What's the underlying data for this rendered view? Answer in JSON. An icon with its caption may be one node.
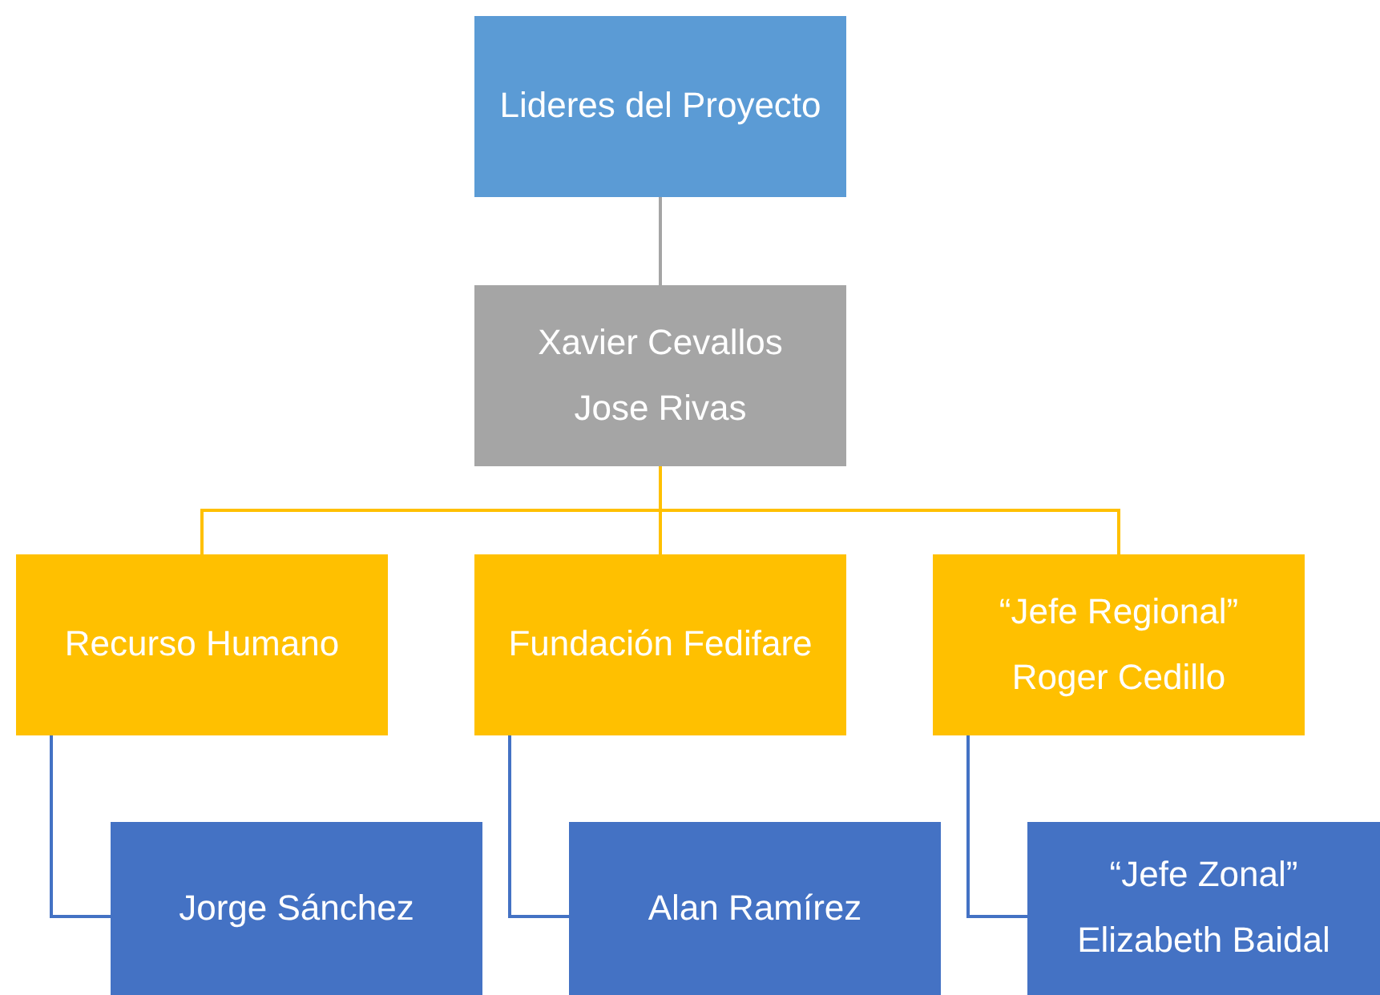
{
  "diagram": {
    "nodes": [
      {
        "text": [
          "Lideres del Proyecto"
        ]
      },
      {
        "text": [
          "Xavier Cevallos",
          "Jose Rivas"
        ]
      },
      {
        "text": [
          "Recurso Humano"
        ]
      },
      {
        "text": [
          "Fundación Fedifare"
        ]
      },
      {
        "text": [
          "“Jefe Regional”",
          "Roger Cedillo"
        ]
      },
      {
        "text": [
          "Jorge Sánchez"
        ]
      },
      {
        "text": [
          "Alan Ramírez"
        ]
      },
      {
        "text": [
          "“Jefe Zonal”",
          "Elizabeth Baidal"
        ]
      }
    ],
    "edges": [
      {
        "from": 0,
        "to": 1,
        "arrow": "none",
        "color": "#a5a5a5"
      },
      {
        "from": 1,
        "to": 2,
        "arrow": "none",
        "color": "#ffc000"
      },
      {
        "from": 1,
        "to": 3,
        "arrow": "none",
        "color": "#ffc000"
      },
      {
        "from": 1,
        "to": 4,
        "arrow": "none",
        "color": "#ffc000"
      },
      {
        "from": 2,
        "to": 5,
        "arrow": "none",
        "color": "#4472c4"
      },
      {
        "from": 3,
        "to": 6,
        "arrow": "none",
        "color": "#4472c4"
      },
      {
        "from": 4,
        "to": 7,
        "arrow": "none",
        "color": "#4472c4"
      }
    ]
  }
}
